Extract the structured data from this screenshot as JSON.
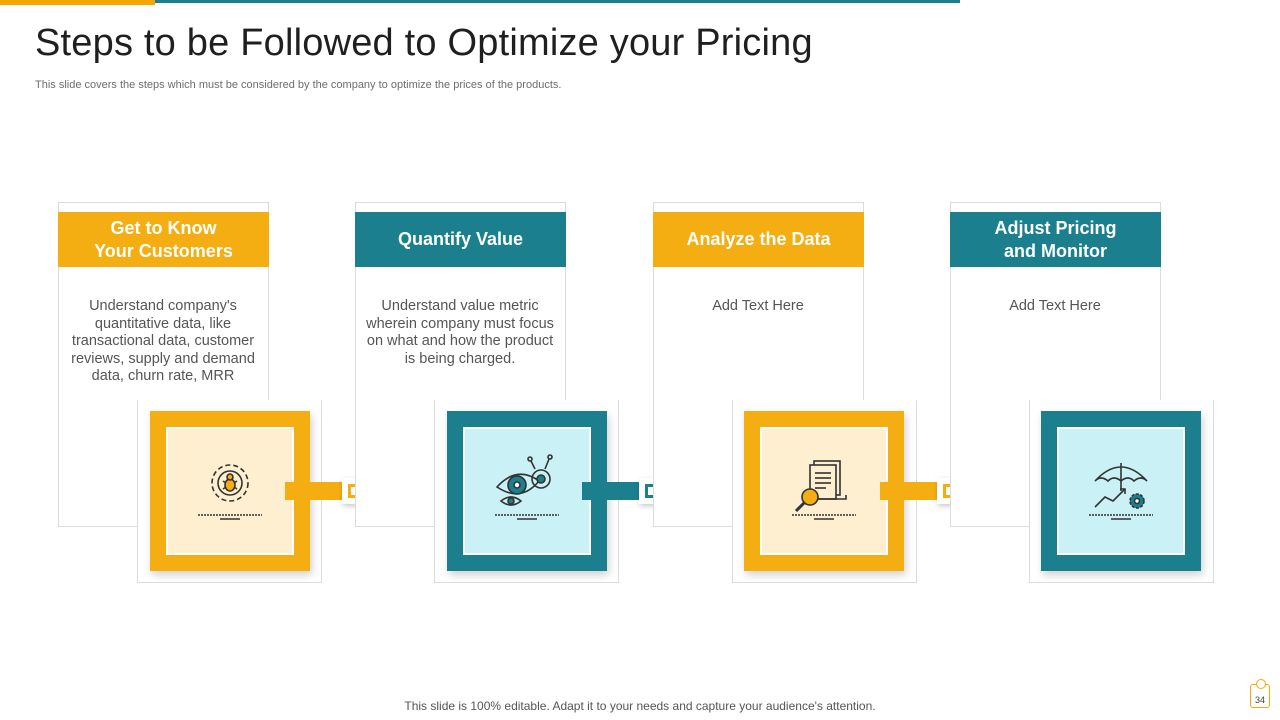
{
  "slide": {
    "title": "Steps to be Followed to Optimize your Pricing",
    "subtitle": "This slide covers the steps which must be considered by the company to optimize the prices of the products.",
    "footer": "This slide is 100% editable. Adapt it to your needs and capture your audience's attention.",
    "page_number": "34"
  },
  "colors": {
    "gold": "#f5ae12",
    "teal": "#1b7f8e",
    "cream": "#fdefcf",
    "light_blue": "#c9f1f6"
  },
  "steps": [
    {
      "title": "Get to Know\nYour Customers",
      "description": "Understand company's quantitative data, like transactional data, customer reviews, supply and demand data, churn rate, MRR",
      "icon": "gear-bug-icon",
      "color": "gold"
    },
    {
      "title": "Quantify Value",
      "description": "Understand value metric wherein company must focus on what and how the product is being charged.",
      "icon": "eye-analytics-icon",
      "color": "teal"
    },
    {
      "title": "Analyze the Data",
      "description": "Add Text Here",
      "icon": "document-search-icon",
      "color": "gold"
    },
    {
      "title": "Adjust Pricing\nand Monitor",
      "description": "Add Text Here",
      "icon": "umbrella-growth-icon",
      "color": "teal"
    }
  ]
}
